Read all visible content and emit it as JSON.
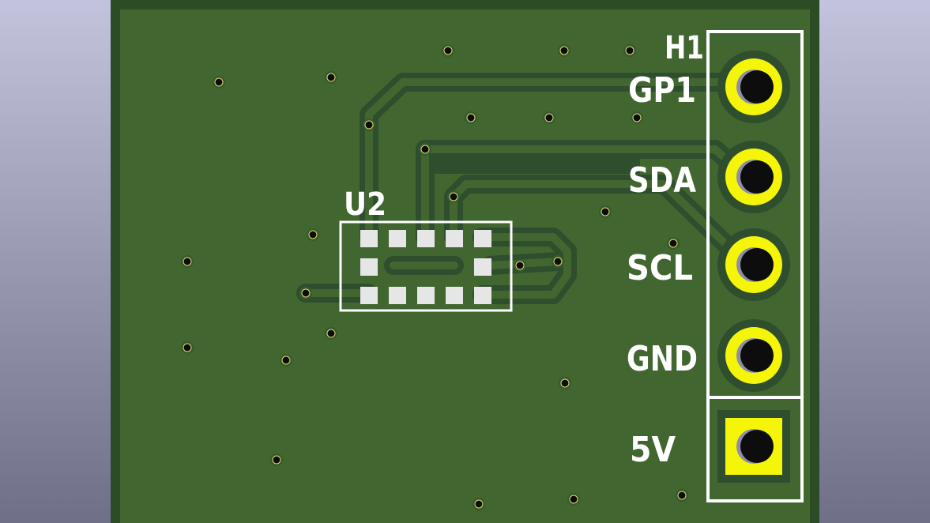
{
  "colors": {
    "board": "#416630",
    "board_edge": "#2c4c26",
    "trace": "#416630",
    "trace_outline": "#2e4e2d",
    "pad_ring": "#f5f50a",
    "pad_hole": "#0d0d0d",
    "silkscreen": "#ffffff",
    "smd_pad": "#e6e6e6",
    "background_top": "#c3c3dd",
    "background_bottom": "#6f6f87"
  },
  "components": {
    "h1": {
      "ref": "H1",
      "pins": [
        {
          "label": "GP1",
          "shape": "round"
        },
        {
          "label": "SDA",
          "shape": "round"
        },
        {
          "label": "SCL",
          "shape": "round"
        },
        {
          "label": "GND",
          "shape": "round"
        },
        {
          "label": "5V",
          "shape": "square"
        }
      ]
    },
    "u2": {
      "ref": "U2",
      "pad_rows": 3,
      "pad_cols": 5
    }
  }
}
